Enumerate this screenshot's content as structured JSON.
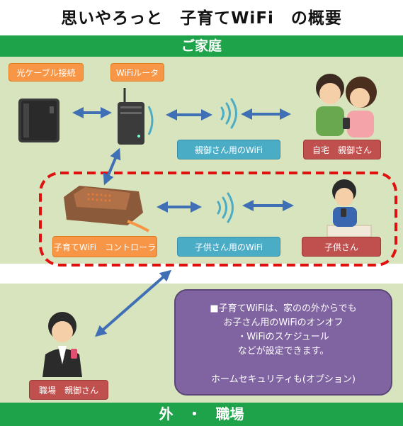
{
  "title": "思いやろっと　子育てWiFi　の概要",
  "bands": {
    "home": "ご家庭",
    "outside": "外　・　職場"
  },
  "labels": {
    "fiber": "光ケーブル接続",
    "router": "WiFiルータ",
    "parent_wifi": "親御さん用のWiFi",
    "home_parent": "自宅　親御さん",
    "controller": "子育てWiFi　コントローラ",
    "child_wifi": "子供さん用のWiFi",
    "child": "子供さん",
    "work_parent": "職場　親御さん"
  },
  "info": {
    "lines": [
      "■子育てWiFiは、家のの外からでも",
      "お子さん用のWiFiのオンオフ",
      "・WiFiのスケジュール",
      "などが設定できます。",
      "",
      "ホームセキュリティも(オプション)"
    ]
  },
  "colors": {
    "band_green": "#1fa34a",
    "area_green": "#d7e4bd",
    "label_orange": "#f79646",
    "label_blue": "#4bacc6",
    "label_red": "#c0504d",
    "info_purple": "#8064a2",
    "arrow_blue": "#3f6fb5",
    "dash_red": "#e01010"
  },
  "icons": [
    "modem-icon",
    "router-icon",
    "controller-board-icon",
    "wifi-signal-icon",
    "family-icon",
    "child-icon",
    "working-parent-icon"
  ]
}
